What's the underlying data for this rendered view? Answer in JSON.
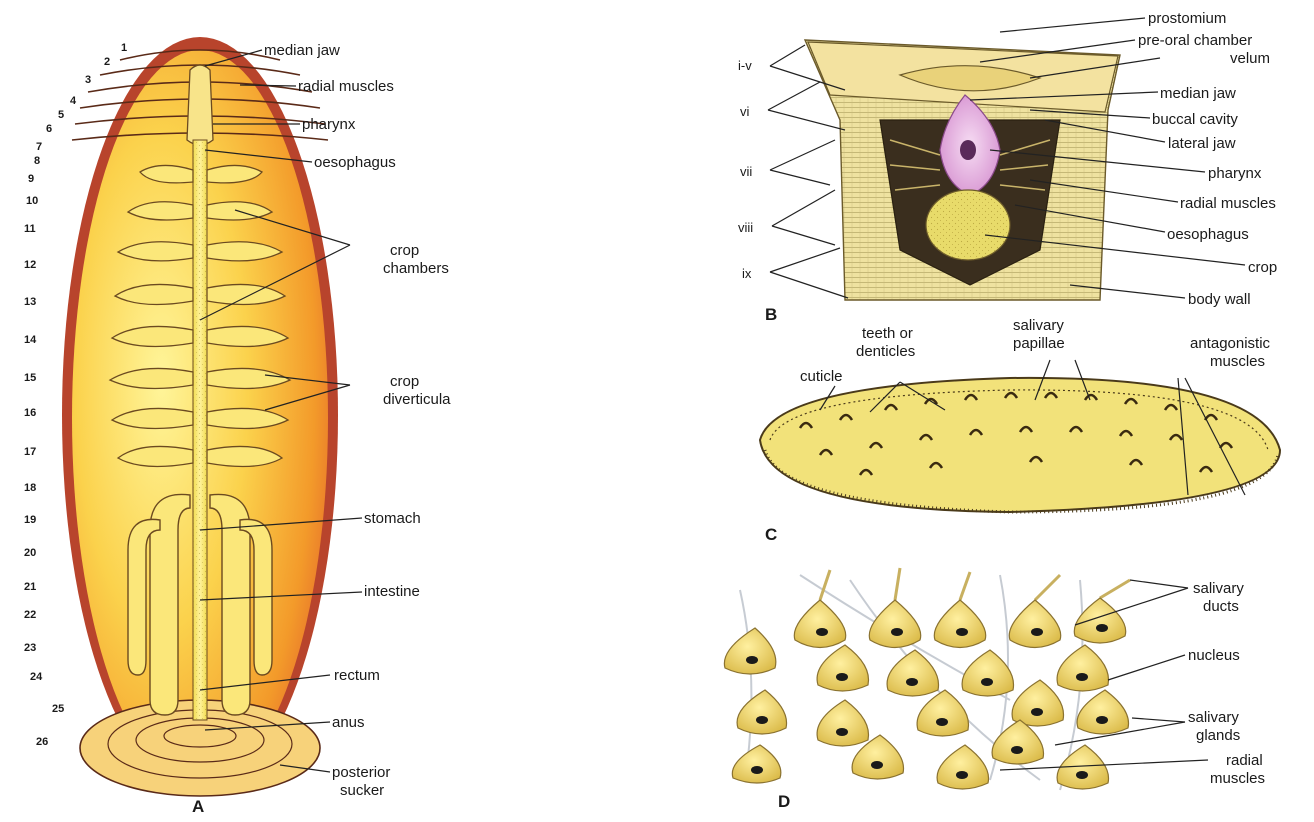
{
  "panel_a": {
    "letter": "A",
    "segment_numbers": [
      "1",
      "2",
      "3",
      "4",
      "5",
      "6",
      "7",
      "8",
      "9",
      "10",
      "11",
      "12",
      "13",
      "14",
      "15",
      "16",
      "17",
      "18",
      "19",
      "20",
      "21",
      "22",
      "23",
      "24",
      "25",
      "26"
    ],
    "labels": {
      "median_jaw": "median jaw",
      "radial_muscles": "radial muscles",
      "pharynx": "pharynx",
      "oesophagus": "oesophagus",
      "crop_chambers_1": "crop",
      "crop_chambers_2": "chambers",
      "crop_diverticula_1": "crop",
      "crop_diverticula_2": "diverticula",
      "stomach": "stomach",
      "intestine": "intestine",
      "rectum": "rectum",
      "anus": "anus",
      "posterior_sucker_1": "posterior",
      "posterior_sucker_2": "sucker"
    }
  },
  "panel_b": {
    "letter": "B",
    "segment_labels": [
      "i-v",
      "vi",
      "vii",
      "viii",
      "ix"
    ],
    "labels": {
      "prostomium": "prostomium",
      "pre_oral_chamber": "pre-oral chamber",
      "velum": "velum",
      "median_jaw": "median jaw",
      "buccal_cavity": "buccal cavity",
      "lateral_jaw": "lateral jaw",
      "pharynx": "pharynx",
      "radial_muscles": "radial muscles",
      "oesophagus": "oesophagus",
      "crop": "crop",
      "body_wall": "body wall"
    }
  },
  "panel_c": {
    "letter": "C",
    "labels": {
      "teeth_1": "teeth or",
      "teeth_2": "denticles",
      "salivary_papillae_1": "salivary",
      "salivary_papillae_2": "papillae",
      "antagonistic_1": "antagonistic",
      "antagonistic_2": "muscles",
      "cuticle": "cuticle"
    }
  },
  "panel_d": {
    "letter": "D",
    "labels": {
      "salivary_ducts_1": "salivary",
      "salivary_ducts_2": "ducts",
      "nucleus": "nucleus",
      "salivary_glands_1": "salivary",
      "salivary_glands_2": "glands",
      "radial_muscles_1": "radial",
      "radial_muscles_2": "muscles"
    }
  },
  "colors": {
    "body_outer": "#c8502a",
    "body_inner_bright": "#fde36a",
    "body_inner_orange": "#f19a2c",
    "gut_fill": "#f6e56a",
    "tissue_yellow": "#e8d870",
    "pharynx_pink": "#e6b3e0",
    "ink": "#1a1a1a"
  }
}
